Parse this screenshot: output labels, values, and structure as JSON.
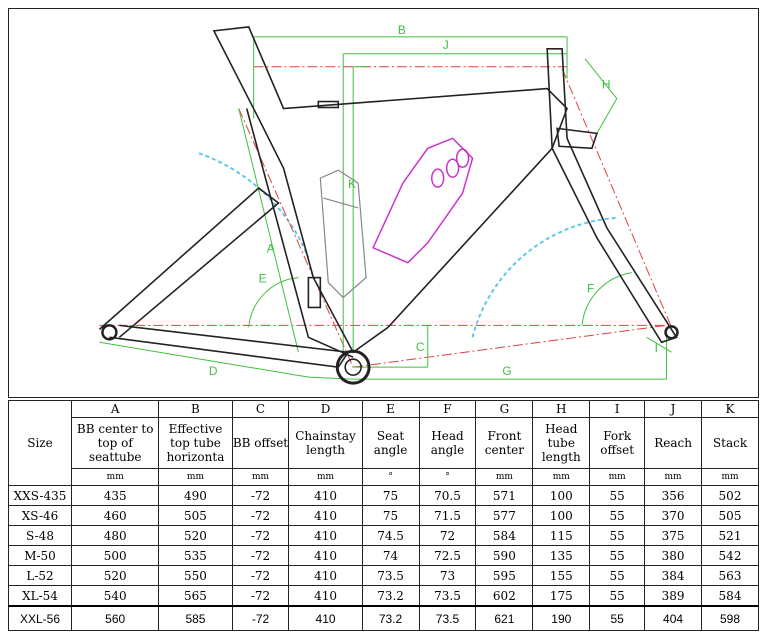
{
  "drawing": {
    "dimension_labels": [
      "B",
      "J",
      "H",
      "K",
      "A",
      "E",
      "F",
      "C",
      "D",
      "G",
      "I"
    ]
  },
  "table": {
    "size_header": "Size",
    "columns": [
      {
        "letter": "A",
        "name": "BB center to top of seattube",
        "unit": "mm"
      },
      {
        "letter": "B",
        "name": "Effective top tube horizonta",
        "unit": "mm"
      },
      {
        "letter": "C",
        "name": "BB offset",
        "unit": "mm"
      },
      {
        "letter": "D",
        "name": "Chainstay length",
        "unit": "mm"
      },
      {
        "letter": "E",
        "name": "Seat angle",
        "unit": "°"
      },
      {
        "letter": "F",
        "name": "Head angle",
        "unit": "°"
      },
      {
        "letter": "G",
        "name": "Front center",
        "unit": "mm"
      },
      {
        "letter": "H",
        "name": "Head tube length",
        "unit": "mm"
      },
      {
        "letter": "I",
        "name": "Fork offset",
        "unit": "mm"
      },
      {
        "letter": "J",
        "name": "Reach",
        "unit": "mm"
      },
      {
        "letter": "K",
        "name": "Stack",
        "unit": "mm"
      }
    ],
    "rows": [
      {
        "size": "XXS-435",
        "values": [
          "435",
          "490",
          "-72",
          "410",
          "75",
          "70.5",
          "571",
          "100",
          "55",
          "356",
          "502"
        ]
      },
      {
        "size": "XS-46",
        "values": [
          "460",
          "505",
          "-72",
          "410",
          "75",
          "71.5",
          "577",
          "100",
          "55",
          "370",
          "505"
        ]
      },
      {
        "size": "S-48",
        "values": [
          "480",
          "520",
          "-72",
          "410",
          "74.5",
          "72",
          "584",
          "115",
          "55",
          "375",
          "521"
        ]
      },
      {
        "size": "M-50",
        "values": [
          "500",
          "535",
          "-72",
          "410",
          "74",
          "72.5",
          "590",
          "135",
          "55",
          "380",
          "542"
        ]
      },
      {
        "size": "L-52",
        "values": [
          "520",
          "550",
          "-72",
          "410",
          "73.5",
          "73",
          "595",
          "155",
          "55",
          "384",
          "563"
        ]
      },
      {
        "size": "XL-54",
        "values": [
          "540",
          "565",
          "-72",
          "410",
          "73.2",
          "73.5",
          "602",
          "175",
          "55",
          "389",
          "584"
        ]
      },
      {
        "size": "XXL-56",
        "values": [
          "560",
          "585",
          "-72",
          "410",
          "73.2",
          "73.5",
          "621",
          "190",
          "55",
          "404",
          "598"
        ]
      }
    ]
  },
  "colors": {
    "frame": "#222222",
    "dimension_green": "#3fbf3f",
    "centerline_red": "#e04040",
    "wheel_cyan": "#5ec9e6",
    "bottle_magenta": "#cc33cc",
    "bottle_grey": "#888888"
  }
}
